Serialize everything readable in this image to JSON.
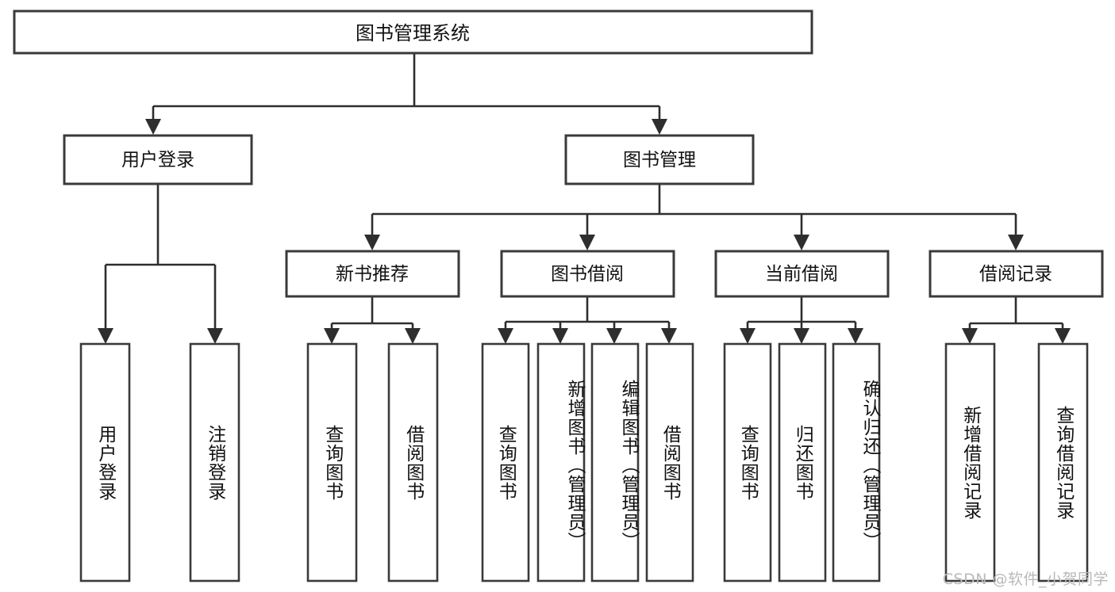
{
  "diagram": {
    "type": "tree",
    "title": "图书管理系统",
    "orientation": "top-down",
    "watermark": "CSDN @软件_小贺同学",
    "colors": {
      "box_stroke": "#3a3a3a",
      "connector": "#2e2e2e",
      "box_fill": "#ffffff",
      "text": "#111111",
      "watermark": "#b9b9b9",
      "background": "#ffffff"
    },
    "levels": {
      "root": "图书管理系统",
      "level1": [
        "用户登录",
        "图书管理"
      ],
      "level2": [
        "新书推荐",
        "图书借阅",
        "当前借阅",
        "借阅记录"
      ]
    },
    "nodes": {
      "root": {
        "label": "图书管理系统"
      },
      "user_login": {
        "label": "用户登录"
      },
      "book_manage": {
        "label": "图书管理"
      },
      "new_book_rec": {
        "label": "新书推荐"
      },
      "book_borrow": {
        "label": "图书借阅"
      },
      "current_borrow": {
        "label": "当前借阅"
      },
      "borrow_record": {
        "label": "借阅记录"
      }
    },
    "leaves": {
      "user_login": [
        {
          "label": "用户登录"
        },
        {
          "label": "注销登录"
        }
      ],
      "new_book_rec": [
        {
          "label": "查询图书"
        },
        {
          "label": "借阅图书"
        }
      ],
      "book_borrow": [
        {
          "label": "查询图书"
        },
        {
          "label": "新增图书（管理员）"
        },
        {
          "label": "编辑图书（管理员）"
        },
        {
          "label": "借阅图书"
        }
      ],
      "current_borrow": [
        {
          "label": "查询图书"
        },
        {
          "label": "归还图书"
        },
        {
          "label": "确认归还（管理员）"
        }
      ],
      "borrow_record": [
        {
          "label": "新增借阅记录"
        },
        {
          "label": "查询借阅记录"
        }
      ]
    }
  }
}
